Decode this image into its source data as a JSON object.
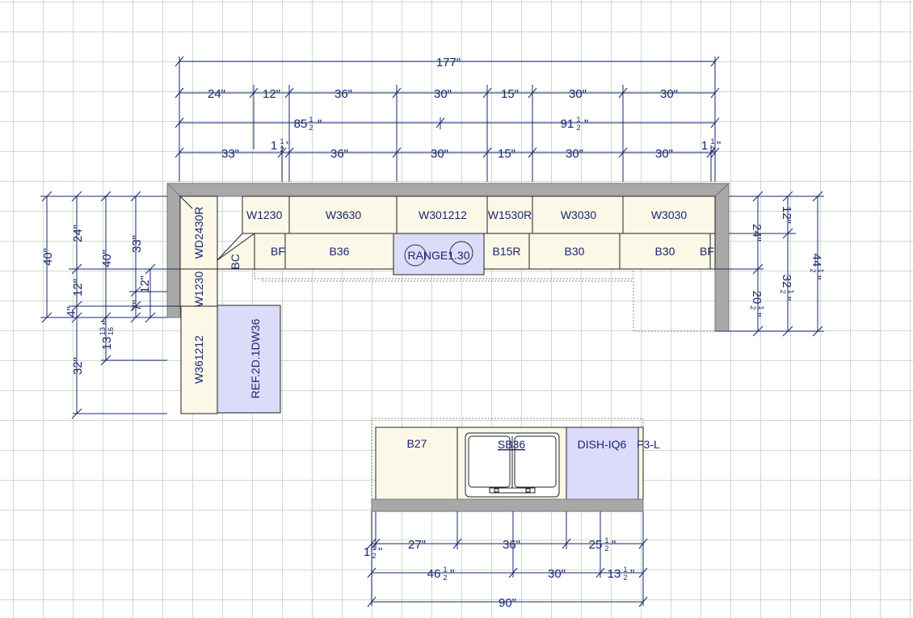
{
  "top_dimensions": {
    "overall": "177\"",
    "row1": [
      "24\"",
      "12\"",
      "36\"",
      "30\"",
      "15\"",
      "30\"",
      "30\""
    ],
    "row2_left": {
      "whole": "85",
      "frac": "1/2",
      "unit": "\""
    },
    "row2_right": {
      "whole": "91",
      "frac": "1/2",
      "unit": "\""
    },
    "row3": [
      "33\"",
      "36\"",
      "30\"",
      "15\"",
      "30\"",
      "30\""
    ],
    "row3_small_left": {
      "whole": "1",
      "frac": "1/2",
      "unit": "\""
    },
    "row3_small_right": {
      "whole": "1",
      "frac": "1/2",
      "unit": "\""
    }
  },
  "left_dimensions": {
    "d40a": "40\"",
    "d24": "24\"",
    "d40b": "40\"",
    "d33": "33\"",
    "d12a": "12\"",
    "d12b": "12\"",
    "d4": "4\"",
    "d7": "7\"",
    "d13": {
      "whole": "13",
      "frac": "13/16",
      "unit": "\""
    },
    "d32": "32\""
  },
  "right_dimensions": {
    "d24": "24\"",
    "d12": "12\"",
    "d20": {
      "whole": "20",
      "frac": "1/2",
      "unit": "\""
    },
    "d32": {
      "whole": "32",
      "frac": "1/2",
      "unit": "\""
    },
    "d44": {
      "whole": "44",
      "frac": "1/2",
      "unit": "\""
    }
  },
  "wall_cabinets": [
    "W1230",
    "W3630",
    "W301212",
    "W1530R",
    "W3030",
    "W3030"
  ],
  "base_cabinets": [
    "BF",
    "B36",
    "B15R",
    "B30",
    "B30",
    "BF"
  ],
  "range_label": "RANGE1.30",
  "left_run": {
    "wd": "WD2430R",
    "bc": "BC",
    "w1230": "W1230",
    "w361212": "W361212",
    "ref": "REF.2D.1DW36"
  },
  "island": {
    "b27": "B27",
    "sink": "SB36",
    "dish": "DISH-IQ6",
    "filler": "F3-L"
  },
  "island_dimensions": {
    "row1": [
      "27\"",
      "36\""
    ],
    "row1_last": {
      "whole": "25",
      "frac": "1/2",
      "unit": "\""
    },
    "row1_small": {
      "whole": "1",
      "frac": "1/2",
      "unit": "\""
    },
    "row2_first": {
      "whole": "46",
      "frac": "1/2",
      "unit": "\""
    },
    "row2_mid": "30\"",
    "row2_last": {
      "whole": "13",
      "frac": "1/2",
      "unit": "\""
    },
    "overall": "90\""
  },
  "colors": {
    "dimension_line": "#1a2470",
    "cabinet_fill": "#fcf8e8",
    "appliance_fill": "#dcdcfa",
    "wall": "#a8a8a8",
    "grid": "#c9dcc9"
  }
}
